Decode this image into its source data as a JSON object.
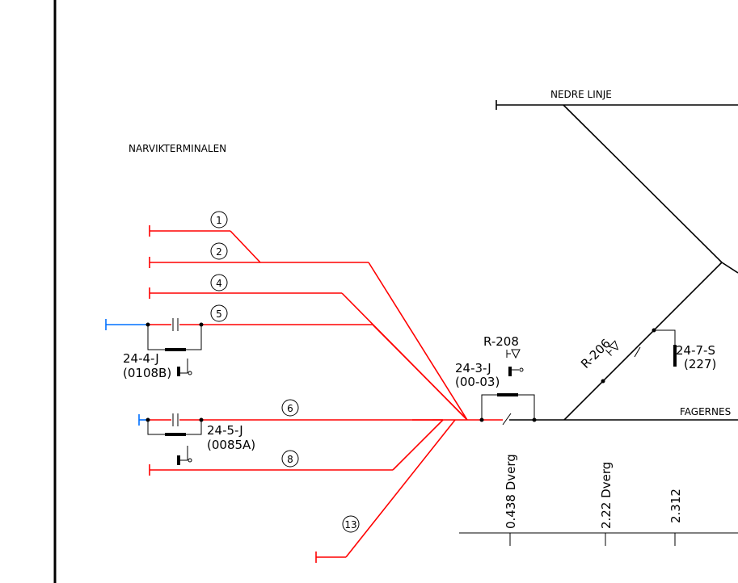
{
  "station_name": "NARVIKTERMINALEN",
  "line_top": "NEDRE LINJE",
  "line_right": "FAGERNES",
  "tracks": [
    {
      "number": "1"
    },
    {
      "number": "2"
    },
    {
      "number": "4"
    },
    {
      "number": "5"
    },
    {
      "number": "6"
    },
    {
      "number": "8"
    },
    {
      "number": "13"
    }
  ],
  "switches": {
    "s_24_4": {
      "id": "24-4-J",
      "code": "(0108B)"
    },
    "s_24_5": {
      "id": "24-5-J",
      "code": "(0085A)"
    },
    "s_24_3": {
      "id": "24-3-J",
      "code": "(00-03)"
    },
    "s_24_7": {
      "id": "24-7-S",
      "code": "(227)"
    }
  },
  "signals": {
    "r208": "R-208",
    "r206": "R-206"
  },
  "kilometers": [
    {
      "label": "0.438 Dverg"
    },
    {
      "label": "2.22 Dverg"
    },
    {
      "label": "2.312"
    }
  ],
  "colors": {
    "track_red": "#ff0000",
    "track_blue": "#0070ff",
    "ink": "#000000"
  }
}
